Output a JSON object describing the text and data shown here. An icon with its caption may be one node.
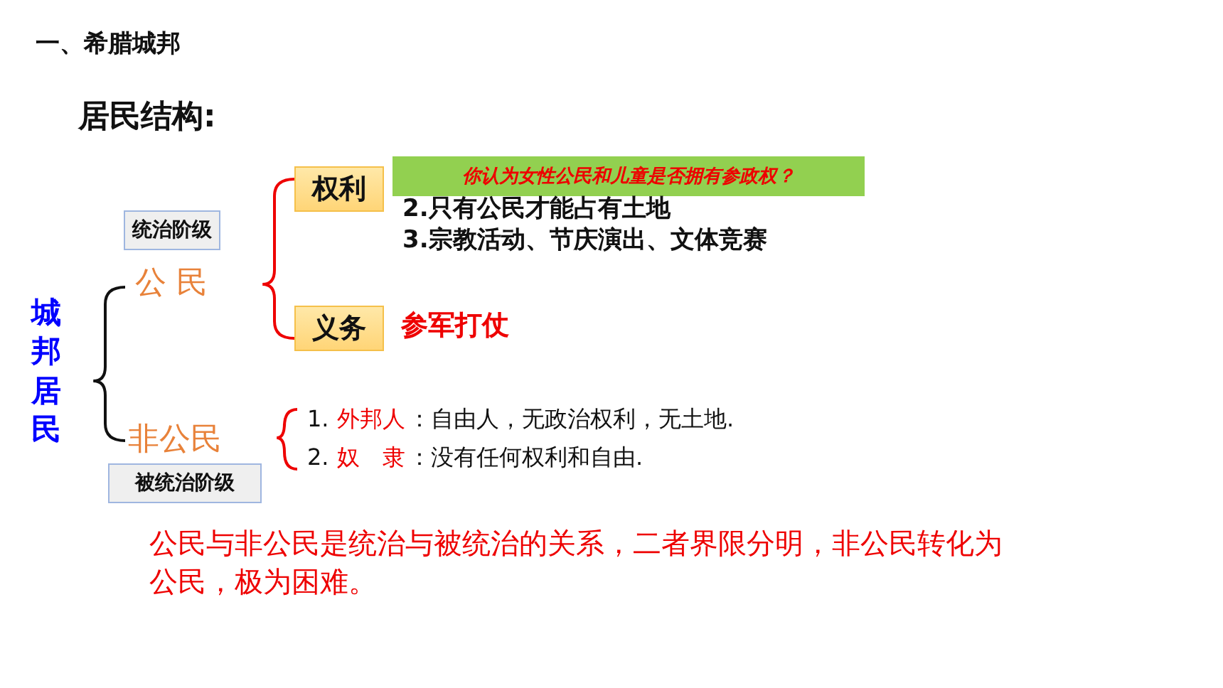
{
  "diagram": {
    "title": "一、希腊城邦",
    "nodes": [
      {
        "text": [
          "统治阶级"
        ]
      },
      {
        "text": [
          "权利"
        ]
      },
      {
        "text": [
          "你认为女性公民和儿童是否拥有参政权？"
        ]
      },
      {
        "text": [
          "义务"
        ]
      },
      {
        "text": [
          "被统治阶级"
        ]
      }
    ],
    "labels": [
      "居民结构:",
      "城邦居民",
      "公 民",
      "2.只有公民才能占有土地",
      "3.宗教活动、节庆演出、文体竞赛",
      "参军打仗",
      "非公民",
      "1.",
      "外邦人",
      "：自由人，无政治权利，无土地.",
      "2.",
      "奴　隶",
      "：没有任何权利和自由.",
      "公民与非公民是统治与被统治的关系，二者界限分明，非公民转化为公民，极为困难。"
    ]
  }
}
